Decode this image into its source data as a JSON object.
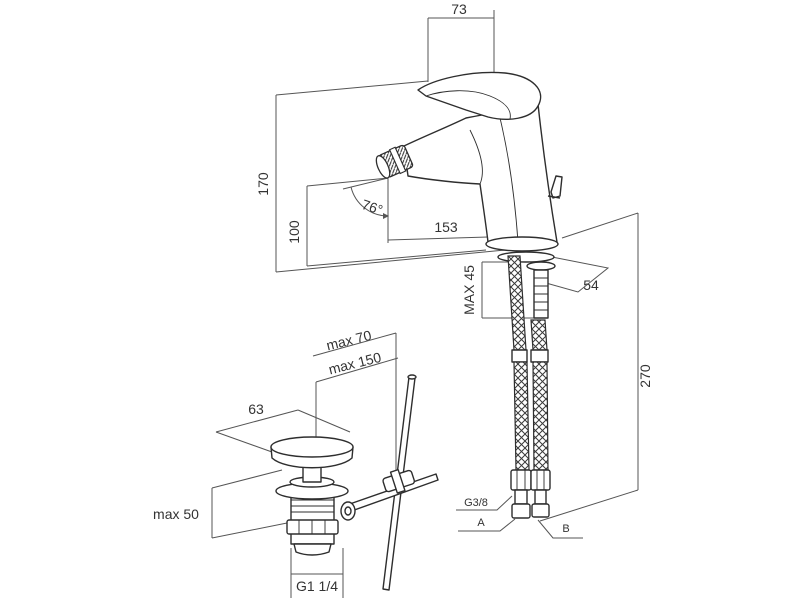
{
  "drawing": {
    "labels": {
      "lever_width": "73",
      "total_height": "170",
      "spout_height": "100",
      "spout_angle": "76°",
      "spout_reach": "153",
      "max_deck": "MAX 45",
      "base_width": "54",
      "hose_length": "270",
      "max_70": "max 70",
      "max_150": "max 150",
      "drain_cap": "63",
      "max_50": "max 50",
      "hose_thread": "G3/8",
      "hose_a": "A",
      "hose_b": "B",
      "drain_thread": "G1 1/4"
    }
  }
}
